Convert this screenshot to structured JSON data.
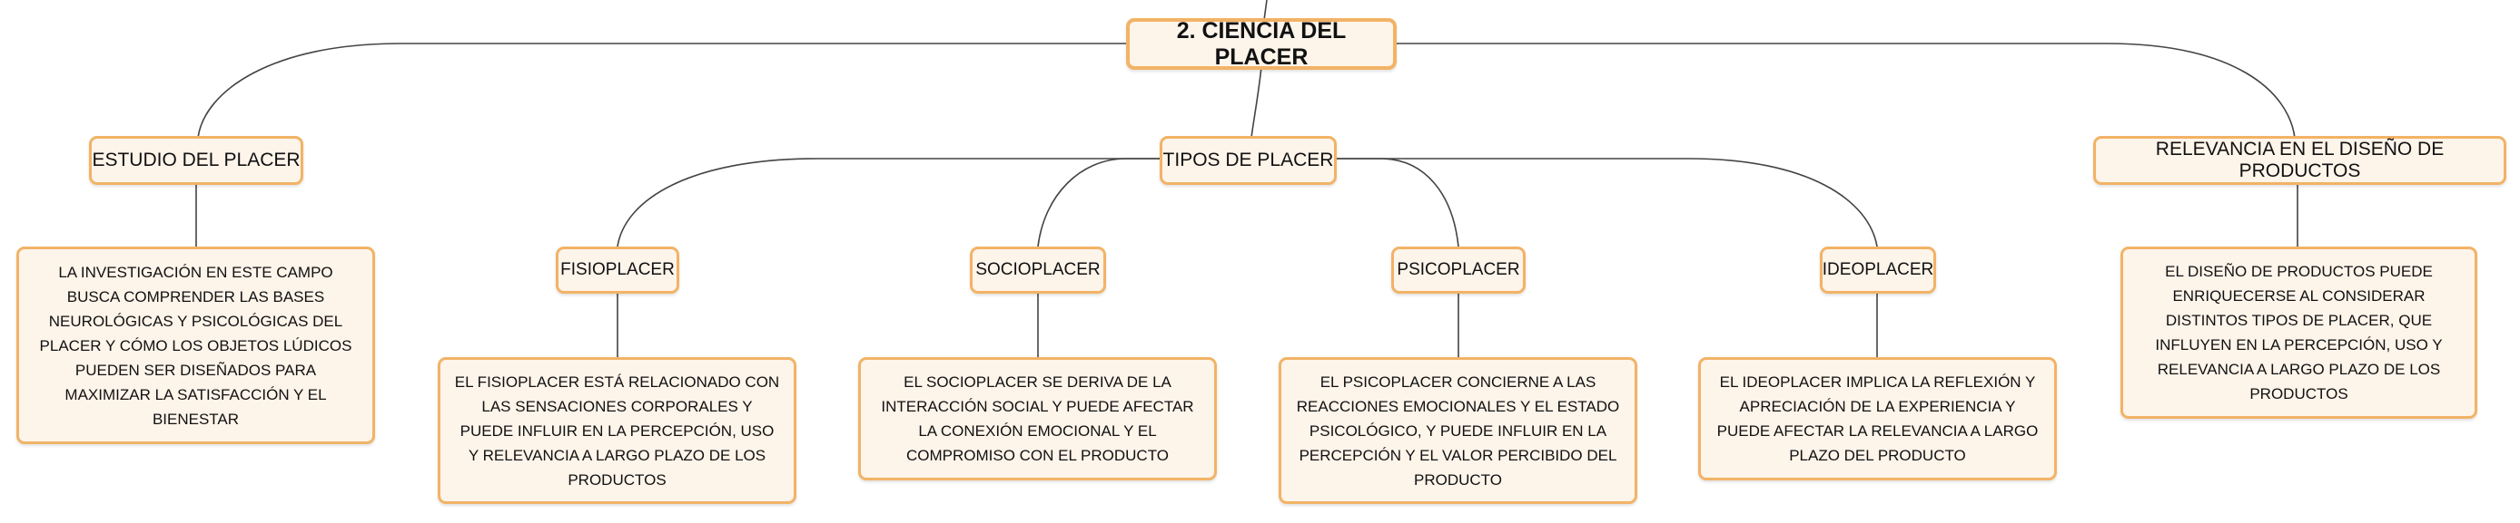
{
  "root": {
    "title": "2. CIENCIA DEL PLACER"
  },
  "branches": [
    {
      "label": "ESTUDIO DEL PLACER",
      "description": "LA INVESTIGACIÓN EN ESTE CAMPO BUSCA COMPRENDER LAS BASES NEUROLÓGICAS Y PSICOLÓGICAS DEL PLACER Y CÓMO LOS OBJETOS LÚDICOS PUEDEN SER DISEÑADOS PARA MAXIMIZAR LA SATISFACCIÓN Y EL BIENESTAR"
    },
    {
      "label": "TIPOS DE PLACER",
      "children": [
        {
          "label": "FISIOPLACER",
          "description": "EL FISIOPLACER ESTÁ RELACIONADO CON LAS SENSACIONES CORPORALES Y PUEDE INFLUIR EN LA PERCEPCIÓN, USO Y RELEVANCIA A LARGO PLAZO DE LOS PRODUCTOS"
        },
        {
          "label": "SOCIOPLACER",
          "description": "EL SOCIOPLACER SE DERIVA DE LA INTERACCIÓN SOCIAL Y PUEDE AFECTAR LA CONEXIÓN EMOCIONAL Y EL COMPROMISO CON EL PRODUCTO"
        },
        {
          "label": "PSICOPLACER",
          "description": "EL PSICOPLACER CONCIERNE A LAS REACCIONES EMOCIONALES Y EL ESTADO PSICOLÓGICO, Y PUEDE INFLUIR EN LA PERCEPCIÓN Y EL VALOR PERCIBIDO DEL PRODUCTO"
        },
        {
          "label": "IDEOPLACER",
          "description": "EL IDEOPLACER IMPLICA LA REFLEXIÓN Y APRECIACIÓN DE LA EXPERIENCIA Y PUEDE AFECTAR LA RELEVANCIA A LARGO PLAZO DEL PRODUCTO"
        }
      ]
    },
    {
      "label": "RELEVANCIA EN EL DISEÑO DE PRODUCTOS",
      "description": "EL DISEÑO DE PRODUCTOS PUEDE ENRIQUECERSE AL CONSIDERAR DISTINTOS TIPOS DE PLACER, QUE INFLUYEN EN LA PERCEPCIÓN, USO Y RELEVANCIA A LARGO PLAZO DE LOS PRODUCTOS"
    }
  ]
}
